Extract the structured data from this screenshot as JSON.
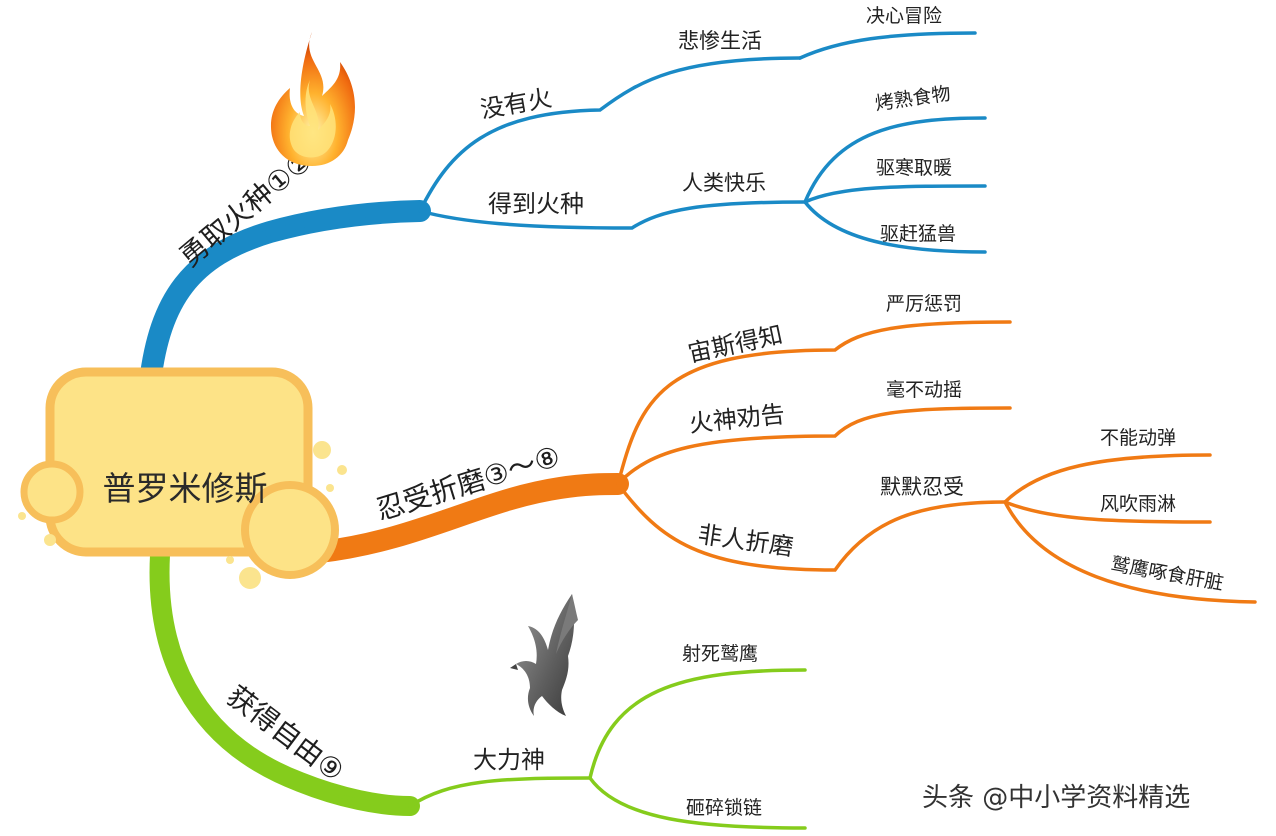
{
  "root": {
    "label": "普罗米修斯"
  },
  "colors": {
    "blue": "#1a8ac6",
    "orange": "#f07a14",
    "green": "#85cc1c",
    "root_fill": "#fde387",
    "root_stroke": "#f7bf5a"
  },
  "branches": {
    "fire": {
      "label": "勇取火种①②",
      "no_fire": {
        "label": "没有火",
        "misery": {
          "label": "悲惨生活",
          "resolve": "决心冒险"
        }
      },
      "got_fire": {
        "label": "得到火种",
        "happy": {
          "label": "人类快乐",
          "items": [
            "烤熟食物",
            "驱寒取暖",
            "驱赶猛兽"
          ]
        }
      }
    },
    "torment": {
      "label": "忍受折磨③～⑧",
      "zeus": {
        "label": "宙斯得知",
        "child": "严厉惩罚"
      },
      "vulcan": {
        "label": "火神劝告",
        "child": "毫不动摇"
      },
      "inhuman": {
        "label": "非人折磨",
        "silent": {
          "label": "默默忍受",
          "items": [
            "不能动弹",
            "风吹雨淋",
            "鹫鹰啄食肝脏"
          ]
        }
      }
    },
    "freedom": {
      "label": "获得自由⑨",
      "hercules": {
        "label": "大力神",
        "items": [
          "射死鹫鹰",
          "砸碎锁链"
        ]
      }
    }
  },
  "icons": {
    "fire": "flame-icon",
    "eagle": "eagle-icon"
  },
  "watermark": "头条 @中小学资料精选"
}
